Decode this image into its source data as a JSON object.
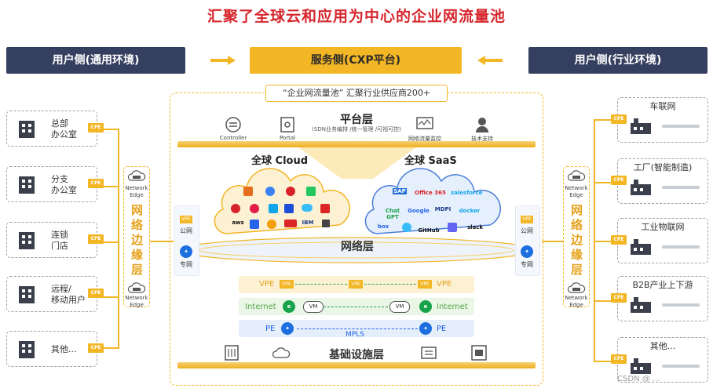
{
  "title": "汇聚了全球云和应用为中心的企业网流量池",
  "headers": {
    "left": "用户侧(通用环境)",
    "center": "服务侧(CXP平台)",
    "right": "用户侧(行业环境)"
  },
  "left_users": [
    {
      "label": "总部\n办公室",
      "icon": "office-building-icon"
    },
    {
      "label": "分支\n办公室",
      "icon": "branch-building-icon"
    },
    {
      "label": "连锁\n门店",
      "icon": "store-icon"
    },
    {
      "label": "远程/\n移动用户",
      "icon": "remote-user-icon"
    },
    {
      "label": "其他...",
      "icon": "grid-icon"
    }
  ],
  "right_users": [
    {
      "label": "车联网",
      "icon": "car-icon"
    },
    {
      "label": "工厂(智能制造)",
      "icon": "factory-icon"
    },
    {
      "label": "工业物联网",
      "icon": "router-icon"
    },
    {
      "label": "B2B产业上下游",
      "icon": "chip-factory-icon"
    },
    {
      "label": "其他...",
      "icon": "grid-icon"
    }
  ],
  "cpe_label": "CPE",
  "network_edge": {
    "label": "Network\nEdge",
    "layer": "网络边缘层"
  },
  "banner": "“企业网流量池”  汇聚行业供应商200+",
  "platform": {
    "title": "平台层",
    "subtitle": "(SDN业务编排 /统一管理 /可视可控)",
    "items": [
      "Controller",
      "Portal",
      "网络流量监控",
      "技术支持"
    ]
  },
  "cloud": {
    "title": "全球 Cloud",
    "logos": [
      "aws",
      "IBM"
    ]
  },
  "saas": {
    "title": "全球 SaaS",
    "logos": [
      "SAP",
      "Office 365",
      "salesforce",
      "Chat GPT",
      "Google",
      "MDPI",
      "docker",
      "box",
      "GitHub",
      "slack"
    ]
  },
  "network_layer": "网络层",
  "access": {
    "vpe": "VPE",
    "public": "公网",
    "private": "专网"
  },
  "rows": {
    "vpe": "VPE",
    "internet": "Internet",
    "pe": "PE",
    "vm": "VM",
    "mpls": "MPLS"
  },
  "infra": "基础设施层",
  "watermark": "CSDN @ ...",
  "colors": {
    "accent": "#f3b625",
    "header": "#353f5f",
    "title": "#d6262c"
  }
}
